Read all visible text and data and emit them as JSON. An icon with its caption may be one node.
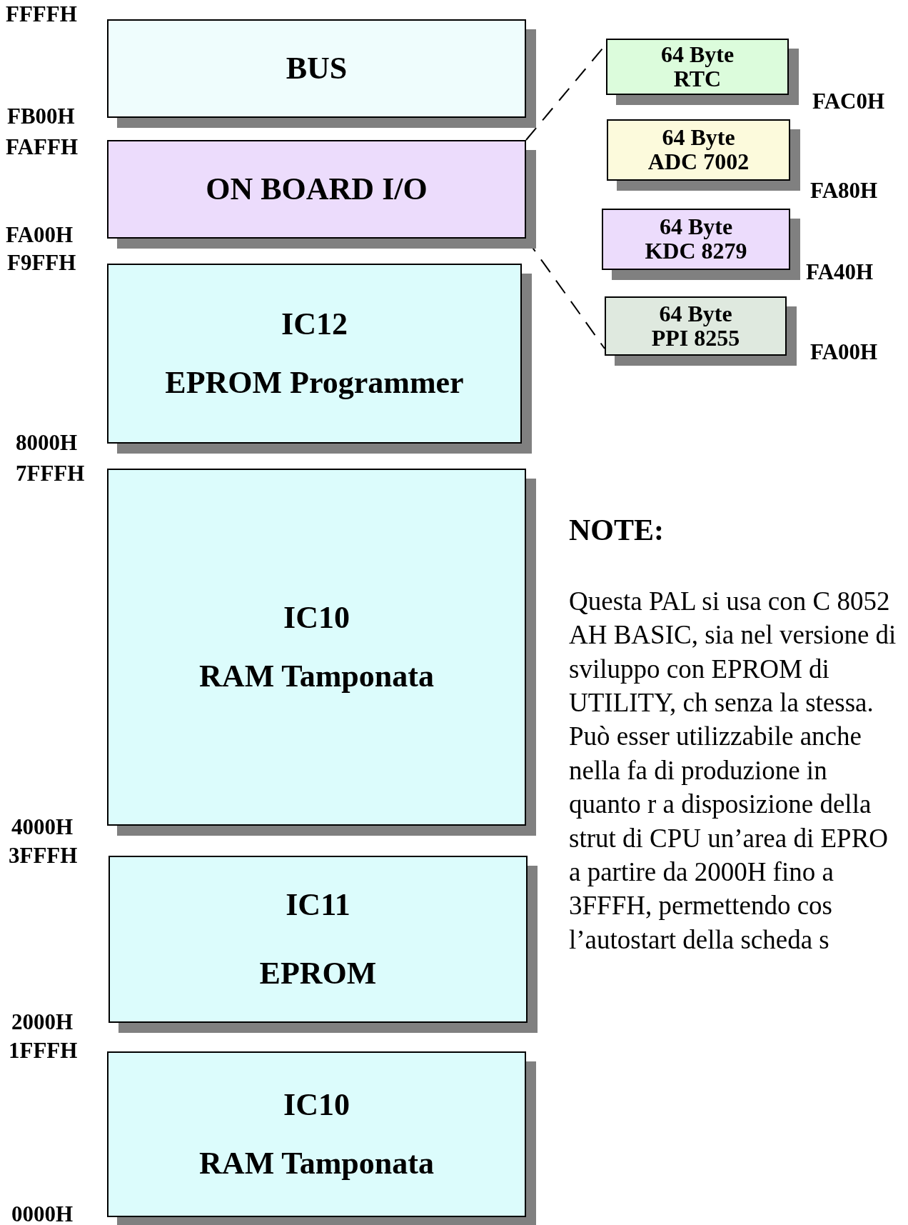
{
  "diagram": {
    "nodes": [
      {
        "text": [
          "BUS"
        ]
      },
      {
        "text": [
          "ON BOARD I/O"
        ]
      },
      {
        "text": [
          "IC12",
          "EPROM Programmer"
        ]
      },
      {
        "text": [
          "IC10",
          "RAM Tamponata"
        ]
      },
      {
        "text": [
          "IC11",
          "EPROM"
        ]
      },
      {
        "text": [
          "IC10",
          "RAM Tamponata"
        ]
      },
      {
        "text": [
          "64 Byte",
          "RTC"
        ]
      },
      {
        "text": [
          "64 Byte",
          "ADC 7002"
        ]
      },
      {
        "text": [
          "64 Byte",
          "KDC 8279"
        ]
      },
      {
        "text": [
          "64 Byte",
          "PPI 8255"
        ]
      }
    ],
    "edges": [
      {
        "from": 1,
        "to": 6,
        "arrow": "none",
        "style": "dashed"
      },
      {
        "from": 1,
        "to": 9,
        "arrow": "none",
        "style": "dashed"
      }
    ],
    "labels": [
      "FFFFH",
      "FB00H",
      "FAFFH",
      "FA00H",
      "F9FFH",
      "8000H",
      "7FFFH",
      "4000H",
      "3FFFH",
      "2000H",
      "1FFFH",
      "0000H",
      "FAC0H",
      "FA80H",
      "FA40H",
      "FA00H",
      "NOTE:",
      "Questa PAL si usa con C 8052 AH BASIC, sia nel versione di sviluppo con EPROM di UTILITY, ch senza la stessa. Può esser utilizzabile anche nella fa di produzione in quanto r a disposizione della strut di CPU un’area di EPRO a partire da 2000H fino a 3FFFH, permettendo cos l’autostart della scheda s"
    ]
  }
}
